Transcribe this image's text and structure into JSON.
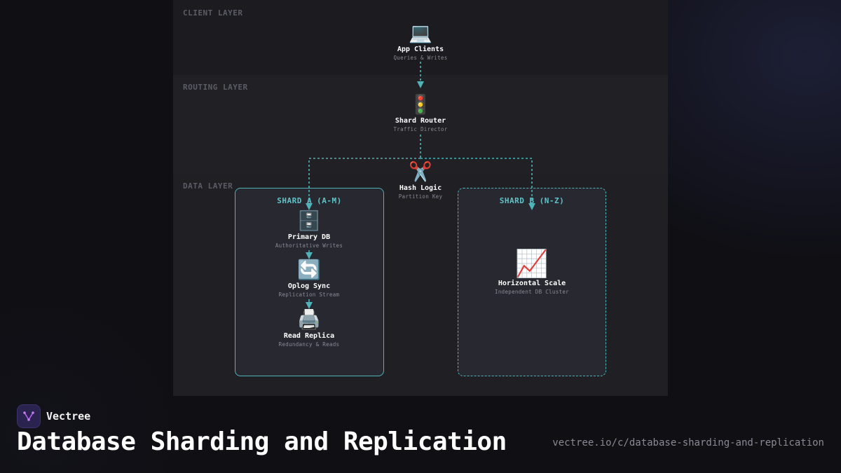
{
  "diagram": {
    "layers": {
      "client": "CLIENT LAYER",
      "routing": "ROUTING LAYER",
      "data": "DATA LAYER"
    },
    "nodes": {
      "app_clients": {
        "icon": "laptop-icon",
        "glyph": "💻",
        "title": "App Clients",
        "subtitle": "Queries & Writes"
      },
      "shard_router": {
        "icon": "traffic-light-icon",
        "glyph": "🚦",
        "title": "Shard Router",
        "subtitle": "Traffic Director"
      },
      "hash_logic": {
        "icon": "scissors-icon",
        "glyph": "✂️",
        "title": "Hash Logic",
        "subtitle": "Partition Key"
      },
      "primary_db": {
        "icon": "file-cabinet-icon",
        "glyph": "🗄️",
        "title": "Primary DB",
        "subtitle": "Authoritative Writes"
      },
      "oplog_sync": {
        "icon": "sync-arrows-icon",
        "glyph": "🔄",
        "title": "Oplog Sync",
        "subtitle": "Replication Stream"
      },
      "read_replica": {
        "icon": "printer-icon",
        "glyph": "🖨️",
        "title": "Read Replica",
        "subtitle": "Redundancy & Reads"
      },
      "horizontal_scale": {
        "icon": "chart-increasing-icon",
        "glyph": "📈",
        "title": "Horizontal Scale",
        "subtitle": "Independent DB Cluster"
      }
    },
    "shards": {
      "a": "SHARD A (A-M)",
      "b": "SHARD B (N-Z)"
    }
  },
  "footer": {
    "brand": "Vectree",
    "title": "Database Sharding and Replication",
    "url": "vectree.io/c/database-sharding-and-replication"
  },
  "colors": {
    "accent": "#4fb3b8",
    "background": "#0f0f14",
    "panel": "#1c1c22",
    "brand_purple": "#b05ce6"
  }
}
